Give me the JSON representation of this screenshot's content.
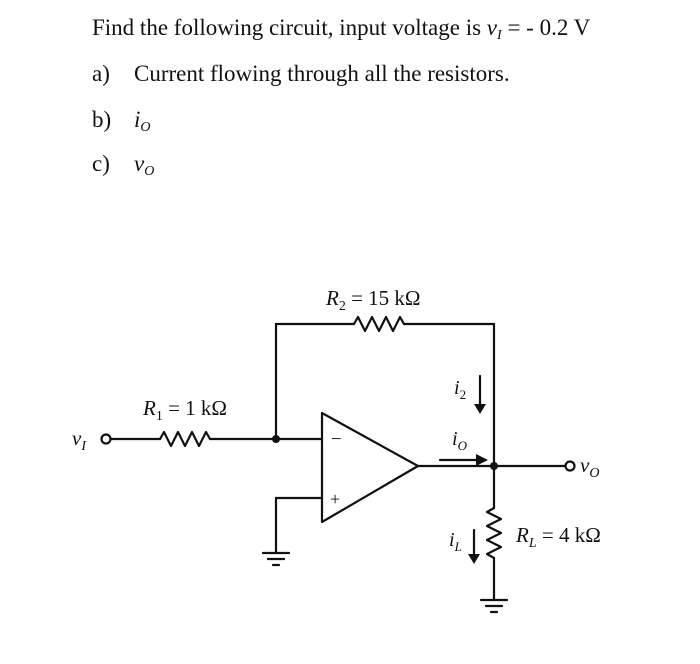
{
  "question": {
    "prefix": "Find the following circuit, input voltage is ",
    "var": "v",
    "var_sub": "I",
    "suffix": " = - 0.2 V"
  },
  "items": [
    {
      "marker": "a)",
      "text": "Current flowing through all the resistors."
    },
    {
      "marker": "b)",
      "var": "i",
      "sub": "O"
    },
    {
      "marker": "c)",
      "var": "v",
      "sub": "O"
    }
  ],
  "circuit": {
    "r1": {
      "sym": "R",
      "sub": "1",
      "value": " = 1 kΩ"
    },
    "r2": {
      "sym": "R",
      "sub": "2",
      "value": " = 15 kΩ"
    },
    "rl": {
      "sym": "R",
      "sub": "L",
      "value": " = 4 kΩ"
    },
    "vi": {
      "sym": "v",
      "sub": "I"
    },
    "vo": {
      "sym": "v",
      "sub": "O"
    },
    "i2": {
      "sym": "i",
      "sub": "2"
    },
    "io": {
      "sym": "i",
      "sub": "O"
    },
    "il": {
      "sym": "i",
      "sub": "L"
    },
    "minus": "−",
    "plus": "+"
  }
}
